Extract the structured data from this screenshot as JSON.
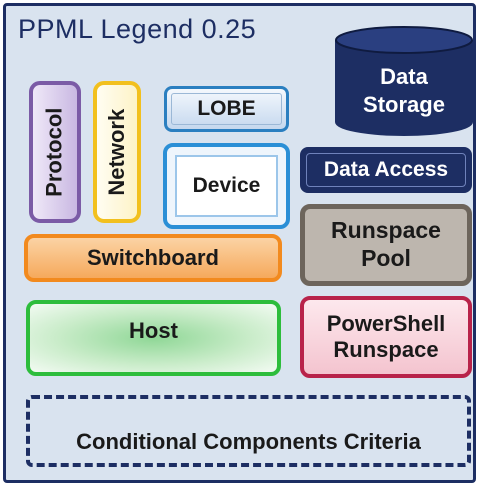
{
  "title": "PPML Legend 0.25",
  "legend": {
    "protocol": "Protocol",
    "network": "Network",
    "lobe": "LOBE",
    "device": "Device",
    "data_storage_line1": "Data",
    "data_storage_line2": "Storage",
    "data_access": "Data Access",
    "switchboard": "Switchboard",
    "runspace_pool_line1": "Runspace",
    "runspace_pool_line2": "Pool",
    "host": "Host",
    "powershell_runspace_line1": "PowerShell",
    "powershell_runspace_line2": "Runspace",
    "conditional": "Conditional Components Criteria"
  },
  "colors": {
    "navy": "#1d2e63",
    "panel": "#d9e3ef",
    "protocol_border": "#7b5ba6",
    "protocol_fill": "#c9b8e2",
    "network_border": "#f2c01e",
    "network_fill": "#fdf3c7",
    "lobe_border": "#2b7fc0",
    "device_border": "#2b8fd6",
    "switchboard_border": "#f28a1e",
    "switchboard_fill": "#f9b46b",
    "runspace_pool_border": "#6d655c",
    "runspace_pool_fill": "#bdb6ae",
    "host_border": "#2dbd3c",
    "host_fill": "#b9e8bd",
    "powershell_border": "#b8234a",
    "powershell_fill": "#f4c4cf"
  }
}
